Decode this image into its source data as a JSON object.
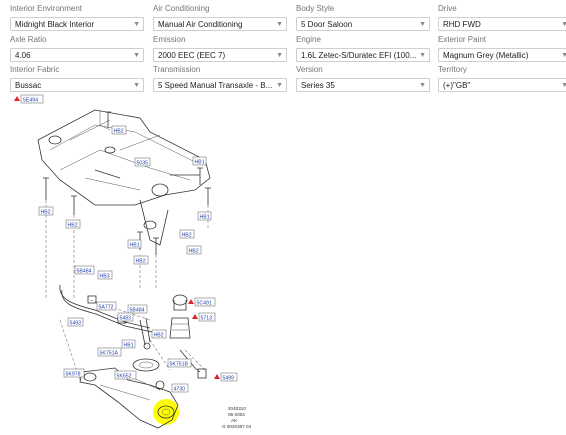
{
  "filters": [
    {
      "label": "Interior Environment",
      "value": "Midnight Black Interior"
    },
    {
      "label": "Air Conditioning",
      "value": "Manual Air Conditioning"
    },
    {
      "label": "Body Style",
      "value": "5 Door Saloon"
    },
    {
      "label": "Drive",
      "value": "RHD FWD"
    },
    {
      "label": "Axle Ratio",
      "value": "4.06"
    },
    {
      "label": "Emission",
      "value": "2000 EEC (EEC 7)"
    },
    {
      "label": "Engine",
      "value": "1.6L Zetec-S/Duratec EFI (100..."
    },
    {
      "label": "Exterior Paint",
      "value": "Magnum Grey (Metallic)"
    },
    {
      "label": "Interior Fabric",
      "value": "Bussac"
    },
    {
      "label": "Transmission",
      "value": "5 Speed Manual Transaxle - B..."
    },
    {
      "label": "Version",
      "value": "Series 35"
    },
    {
      "label": "Territory",
      "value": "(+)\"GB\""
    }
  ],
  "diagram": {
    "callouts": {
      "c5e494": "5E494",
      "hb2a": "HB2",
      "c5035": "5035",
      "hb1a": "HB1",
      "hb2b": "HB2",
      "hb2c": "HB2",
      "hb1b": "HB1",
      "hb1c": "HB1",
      "hb2d": "HB2",
      "hb2e": "HB2",
      "hb2f": "HB2",
      "c5b484": "5B484",
      "hb3": "HB3",
      "c5c491": "5C491",
      "c5a772": "5A772",
      "c5b484b": "5B484",
      "c5493": "5493",
      "c5483": "5483",
      "c5713": "5713",
      "hb2g": "HB2",
      "hb1d": "HB1",
      "c5k751a": "5K751A",
      "c5k751b": "5K751B",
      "c5k652": "5K652",
      "c5k978": "5K978",
      "c4730": "4730",
      "c5499": "5499"
    },
    "drawing_info": {
      "line1": "2040310",
      "line2": "06-2004",
      "line3": "AK",
      "line4": "G 0020367 04"
    },
    "highlight_color": "#ffff00"
  }
}
